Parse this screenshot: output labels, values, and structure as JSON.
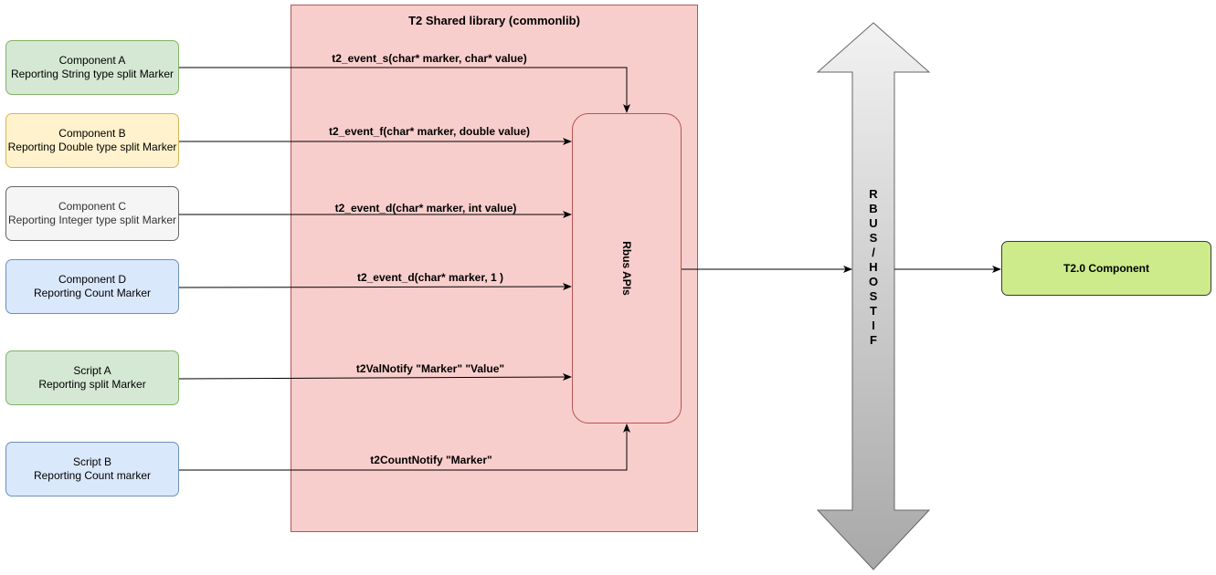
{
  "sources": [
    {
      "id": "comp-a",
      "name": "Component A",
      "desc": "Reporting String type split Marker"
    },
    {
      "id": "comp-b",
      "name": "Component B",
      "desc": "Reporting Double type split Marker"
    },
    {
      "id": "comp-c",
      "name": "Component C",
      "desc": "Reporting Integer type split Marker"
    },
    {
      "id": "comp-d",
      "name": "Component D",
      "desc": "Reporting Count Marker"
    },
    {
      "id": "script-a",
      "name": "Script A",
      "desc": "Reporting split Marker"
    },
    {
      "id": "script-b",
      "name": "Script B",
      "desc": "Reporting Count marker"
    }
  ],
  "library": {
    "title": "T2 Shared library (commonlib)",
    "api_box_label": "Rbus APIs"
  },
  "edge_labels": [
    "t2_event_s(char* marker, char* value)",
    "t2_event_f(char* marker, double value)",
    "t2_event_d(char* marker, int value)",
    "t2_event_d(char* marker, 1 )",
    "t2ValNotify \"Marker\" \"Value\"",
    "t2CountNotify \"Marker\""
  ],
  "bus": {
    "letters": [
      "R",
      "B",
      "U",
      "S",
      "/",
      "H",
      "O",
      "S",
      "T",
      "I",
      "F"
    ]
  },
  "target": {
    "label": "T2.0 Component"
  },
  "colors": {
    "library_fill": "#f8cecc",
    "library_stroke": "#b85450",
    "target_fill": "#cdeb8b"
  }
}
